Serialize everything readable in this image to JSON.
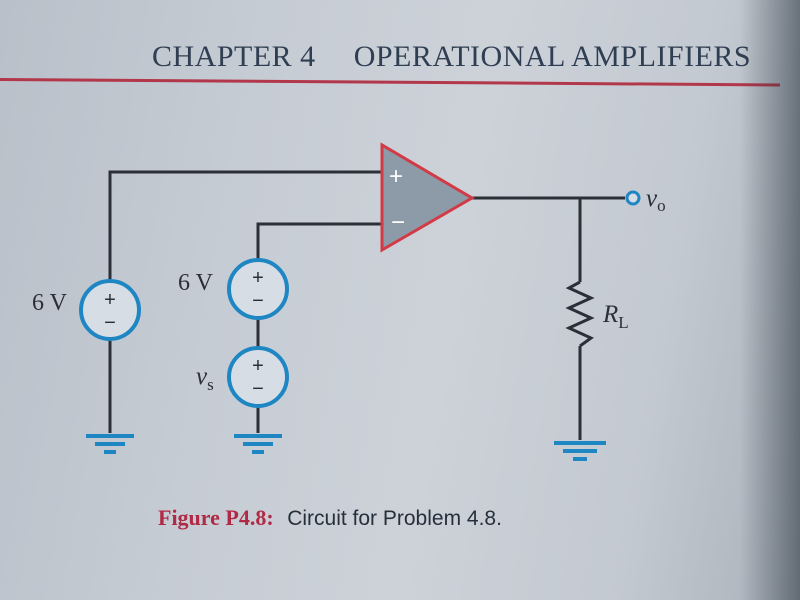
{
  "header": {
    "chapter": "CHAPTER 4",
    "title": "OPERATIONAL AMPLIFIERS"
  },
  "circuit": {
    "source_left_label": "6 V",
    "source_mid_label": "6 V",
    "source_vs_label": "v",
    "source_vs_subscript": "s",
    "output_label": "v",
    "output_subscript": "o",
    "load_label": "R",
    "load_subscript": "L",
    "opamp_plus": "+",
    "opamp_minus": "−",
    "source_plus": "+",
    "source_minus": "−"
  },
  "caption": {
    "figure": "Figure P4.8:",
    "text": "Circuit for Problem 4.8."
  },
  "colors": {
    "wire": "#2a2f38",
    "source": "#1f86c4",
    "opamp": "#d23a46",
    "ground": "#1f86c4"
  }
}
